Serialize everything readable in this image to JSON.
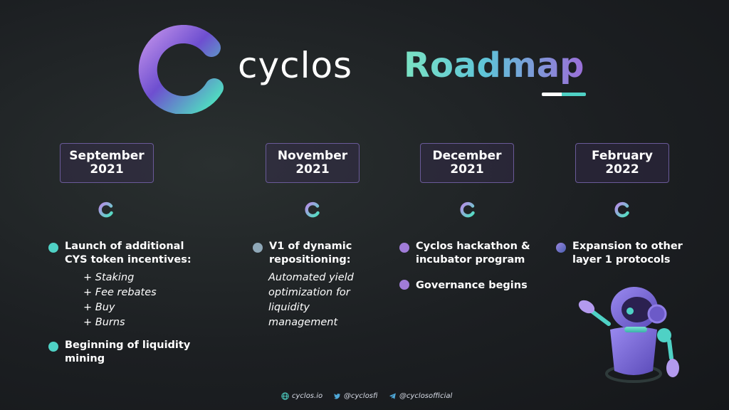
{
  "header": {
    "brand": "cyclos",
    "title": "Roadmap"
  },
  "colors": {
    "teal": "#4fd1c5",
    "purple": "#9b6fd8",
    "box_border": "#6a5a99"
  },
  "columns": [
    {
      "date_line1": "September",
      "date_line2": "2021",
      "items": [
        {
          "text": "Launch of additional CYS token incentives:",
          "bullet_color": "#4fd1c5"
        },
        {
          "text": "Beginning of liquidity mining",
          "bullet_color": "#4fd1c5"
        }
      ],
      "subitems": [
        "+ Staking",
        "+ Fee rebates",
        "+ Buy",
        "+ Burns"
      ]
    },
    {
      "date_line1": "November",
      "date_line2": "2021",
      "items": [
        {
          "text": "V1 of dynamic repositioning:",
          "bullet_color": "#8fa8b8"
        }
      ],
      "subitems": [
        "Automated yield optimization for liquidity management"
      ]
    },
    {
      "date_line1": "December",
      "date_line2": "2021",
      "items": [
        {
          "text": "Cyclos hackathon & incubator program",
          "bullet_color": "#a07cd8"
        },
        {
          "text": "Governance begins",
          "bullet_color": "#a07cd8"
        }
      ]
    },
    {
      "date_line1": "February",
      "date_line2": "2022",
      "items": [
        {
          "text": "Expansion to other layer 1 protocols",
          "bullet_color": "#9a86e0"
        }
      ]
    }
  ],
  "footer": {
    "website": "cyclos.io",
    "twitter": "@cyclosfi",
    "telegram": "@cyclosofficial"
  },
  "icons": [
    "cyclos-logo-icon",
    "robot-mascot-icon",
    "globe-icon",
    "twitter-icon",
    "telegram-icon"
  ]
}
